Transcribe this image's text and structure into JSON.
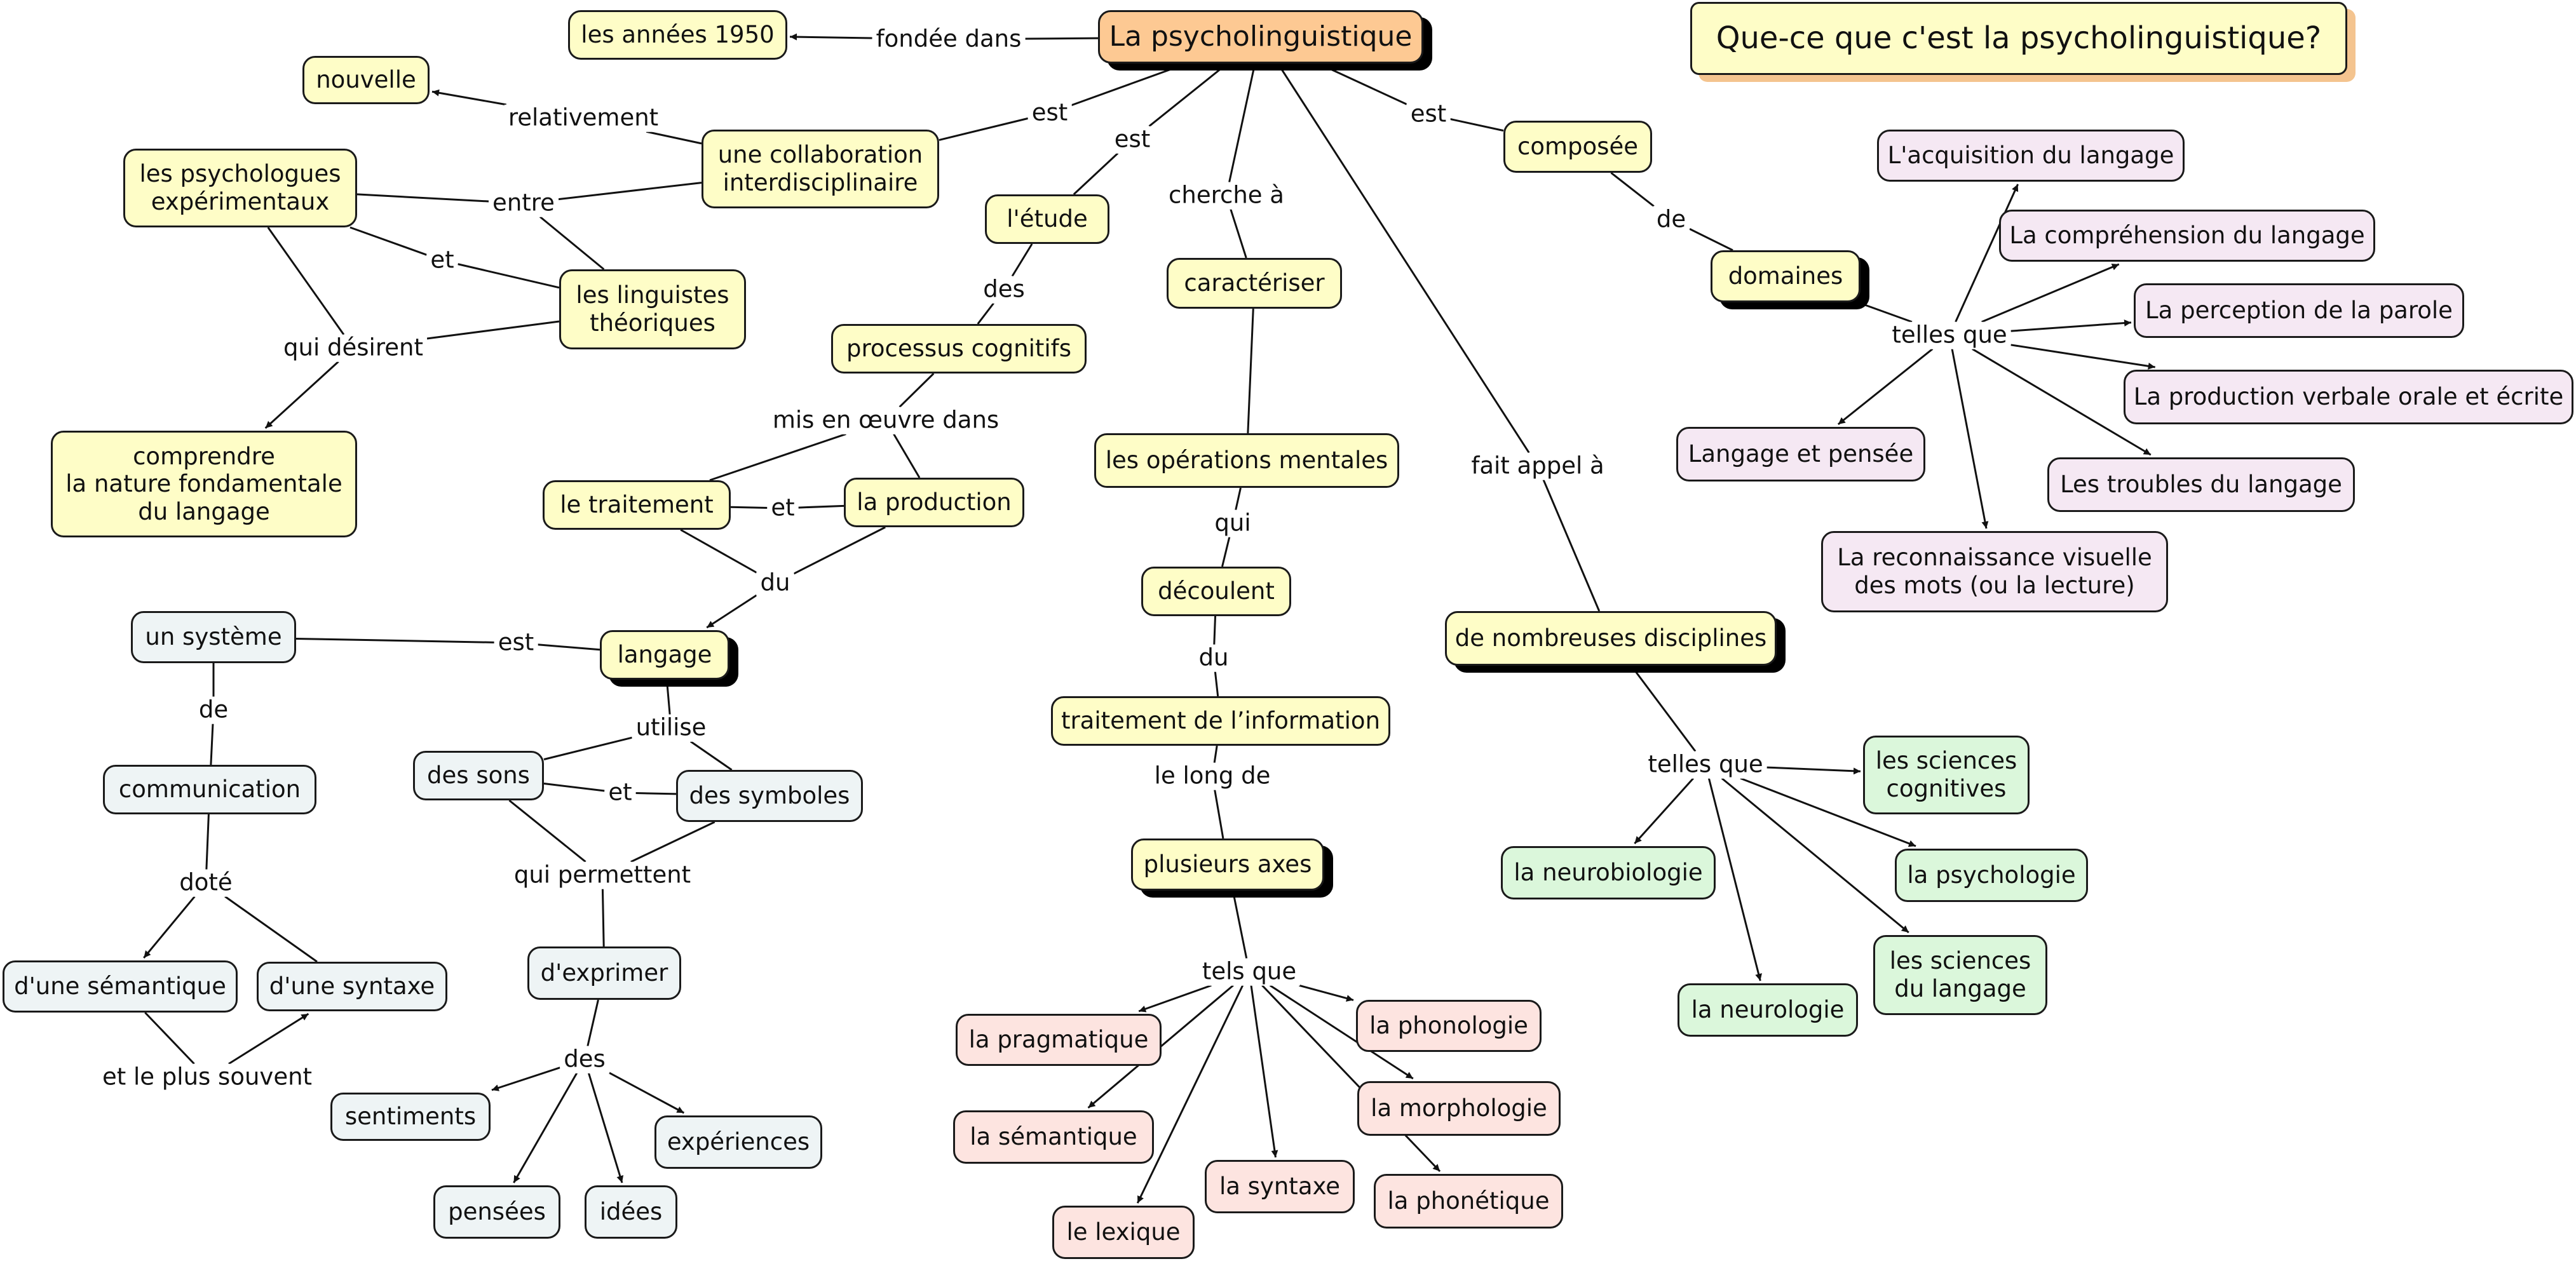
{
  "title": "Que-ce que c'est la psycholinguistique?",
  "colors": {
    "root": "#fdc993",
    "yellow": "#fefdc7",
    "blue_grey": "#eef4f5",
    "pink": "#fde4e0",
    "lavender": "#f5e8f3",
    "green": "#dbf7db",
    "title_bg": "#fefdc7",
    "title_shadow": "#f4c48f",
    "line": "#111111"
  },
  "nodes": [
    {
      "id": "root",
      "label": "La psycholinguistique",
      "color": "root"
    },
    {
      "id": "q",
      "label": "Que-ce que c'est la psycholinguistique?",
      "color": "title_bg"
    },
    {
      "id": "annees",
      "label": "les années 1950",
      "color": "yellow"
    },
    {
      "id": "nouvelle",
      "label": "nouvelle",
      "color": "yellow"
    },
    {
      "id": "collab",
      "label": "une collaboration\ninterdisciplinaire",
      "color": "yellow"
    },
    {
      "id": "psychologues",
      "label": "les psychologues\nexpérimentaux",
      "color": "yellow"
    },
    {
      "id": "linguistes",
      "label": "les linguistes\nthéoriques",
      "color": "yellow"
    },
    {
      "id": "comprendre",
      "label": "comprendre\nla nature fondamentale\ndu langage",
      "color": "yellow"
    },
    {
      "id": "etude",
      "label": "l'étude",
      "color": "yellow"
    },
    {
      "id": "processus",
      "label": "processus cognitifs",
      "color": "yellow"
    },
    {
      "id": "traitement",
      "label": "le traitement",
      "color": "yellow"
    },
    {
      "id": "production",
      "label": "la production",
      "color": "yellow"
    },
    {
      "id": "langage",
      "label": "langage",
      "color": "yellow"
    },
    {
      "id": "systeme",
      "label": "un système",
      "color": "blue_grey"
    },
    {
      "id": "communication",
      "label": "communication",
      "color": "blue_grey"
    },
    {
      "id": "semantique",
      "label": "d'une sémantique",
      "color": "blue_grey"
    },
    {
      "id": "syntaxe",
      "label": "d'une syntaxe",
      "color": "blue_grey"
    },
    {
      "id": "sons",
      "label": "des sons",
      "color": "blue_grey"
    },
    {
      "id": "symboles",
      "label": "des symboles",
      "color": "blue_grey"
    },
    {
      "id": "exprimer",
      "label": "d'exprimer",
      "color": "blue_grey"
    },
    {
      "id": "sentiments",
      "label": "sentiments",
      "color": "blue_grey"
    },
    {
      "id": "pensees",
      "label": "pensées",
      "color": "blue_grey"
    },
    {
      "id": "idees",
      "label": "idées",
      "color": "blue_grey"
    },
    {
      "id": "experiences",
      "label": "expériences",
      "color": "blue_grey"
    },
    {
      "id": "caracteriser",
      "label": "caractériser",
      "color": "yellow"
    },
    {
      "id": "operations",
      "label": "les opérations mentales",
      "color": "yellow"
    },
    {
      "id": "decoulent",
      "label": "découlent",
      "color": "yellow"
    },
    {
      "id": "traitinfo",
      "label": "traitement de l’information",
      "color": "yellow"
    },
    {
      "id": "axes",
      "label": "plusieurs axes",
      "color": "yellow"
    },
    {
      "id": "pragmatique",
      "label": "la pragmatique",
      "color": "pink"
    },
    {
      "id": "psemantique",
      "label": "la sémantique",
      "color": "pink"
    },
    {
      "id": "lexique",
      "label": "le lexique",
      "color": "pink"
    },
    {
      "id": "psyntaxe",
      "label": "la syntaxe",
      "color": "pink"
    },
    {
      "id": "phonologie",
      "label": "la phonologie",
      "color": "pink"
    },
    {
      "id": "morphologie",
      "label": "la morphologie",
      "color": "pink"
    },
    {
      "id": "phonetique",
      "label": "la phonétique",
      "color": "pink"
    },
    {
      "id": "composee",
      "label": "composée",
      "color": "yellow"
    },
    {
      "id": "domaines",
      "label": "domaines",
      "color": "yellow"
    },
    {
      "id": "acquisition",
      "label": "L'acquisition du langage",
      "color": "lavender"
    },
    {
      "id": "comprehension",
      "label": "La compréhension du langage",
      "color": "lavender"
    },
    {
      "id": "perception",
      "label": "La perception de la parole",
      "color": "lavender"
    },
    {
      "id": "productionverbale",
      "label": "La production verbale orale et écrite",
      "color": "lavender"
    },
    {
      "id": "troubles",
      "label": "Les troubles du langage",
      "color": "lavender"
    },
    {
      "id": "reconnaissance",
      "label": "La reconnaissance visuelle\ndes mots (ou la lecture)",
      "color": "lavender"
    },
    {
      "id": "pensee",
      "label": "Langage et pensée",
      "color": "lavender"
    },
    {
      "id": "disciplines",
      "label": "de nombreuses disciplines",
      "color": "yellow"
    },
    {
      "id": "neurobiologie",
      "label": "la neurobiologie",
      "color": "green"
    },
    {
      "id": "neurologie",
      "label": "la neurologie",
      "color": "green"
    },
    {
      "id": "cognitives",
      "label": "les sciences\ncognitives",
      "color": "green"
    },
    {
      "id": "psychologie",
      "label": "la psychologie",
      "color": "green"
    },
    {
      "id": "scienceslangage",
      "label": "les sciences\ndu langage",
      "color": "green"
    }
  ],
  "link_phrases": [
    {
      "id": "fondee",
      "label": "fondée dans"
    },
    {
      "id": "est1",
      "label": "est"
    },
    {
      "id": "est2",
      "label": "est"
    },
    {
      "id": "cherche",
      "label": "cherche à"
    },
    {
      "id": "est3",
      "label": "est"
    },
    {
      "id": "faitappel",
      "label": "fait appel à"
    },
    {
      "id": "relativement",
      "label": "relativement"
    },
    {
      "id": "entre",
      "label": "entre"
    },
    {
      "id": "et1",
      "label": "et"
    },
    {
      "id": "quidesirent",
      "label": "qui désirent"
    },
    {
      "id": "des1",
      "label": "des"
    },
    {
      "id": "misenoeuvre",
      "label": "mis en œuvre dans"
    },
    {
      "id": "et2",
      "label": "et"
    },
    {
      "id": "du1",
      "label": "du"
    },
    {
      "id": "est4",
      "label": "est"
    },
    {
      "id": "de1",
      "label": "de"
    },
    {
      "id": "dote",
      "label": "doté"
    },
    {
      "id": "etplus",
      "label": "et le plus souvent"
    },
    {
      "id": "utilise",
      "label": "utilise"
    },
    {
      "id": "et3",
      "label": "et"
    },
    {
      "id": "quipermettent",
      "label": "qui permettent"
    },
    {
      "id": "des2",
      "label": "des"
    },
    {
      "id": "qui",
      "label": "qui"
    },
    {
      "id": "du2",
      "label": "du"
    },
    {
      "id": "lelong",
      "label": "le long de"
    },
    {
      "id": "telsque",
      "label": "tels que"
    },
    {
      "id": "de2",
      "label": "de"
    },
    {
      "id": "tellesque1",
      "label": "telles que"
    },
    {
      "id": "tellesque2",
      "label": "telles que"
    }
  ],
  "connections": [
    {
      "from": "root",
      "to": "fondee",
      "arrow": false
    },
    {
      "from": "fondee",
      "to": "annees",
      "arrow": true
    },
    {
      "from": "root",
      "to": "est1",
      "arrow": false
    },
    {
      "from": "est1",
      "to": "collab",
      "arrow": false
    },
    {
      "from": "root",
      "to": "est2",
      "arrow": false
    },
    {
      "from": "est2",
      "to": "etude",
      "arrow": false
    },
    {
      "from": "root",
      "to": "cherche",
      "arrow": false
    },
    {
      "from": "cherche",
      "to": "caracteriser",
      "arrow": false
    },
    {
      "from": "root",
      "to": "est3",
      "arrow": false
    },
    {
      "from": "est3",
      "to": "composee",
      "arrow": false
    },
    {
      "from": "root",
      "to": "faitappel",
      "arrow": false
    },
    {
      "from": "faitappel",
      "to": "disciplines",
      "arrow": false
    },
    {
      "from": "collab",
      "to": "relativement",
      "arrow": false
    },
    {
      "from": "relativement",
      "to": "nouvelle",
      "arrow": true
    },
    {
      "from": "collab",
      "to": "entre",
      "arrow": false
    },
    {
      "from": "entre",
      "to": "psychologues",
      "arrow": false
    },
    {
      "from": "entre",
      "to": "linguistes",
      "arrow": false
    },
    {
      "from": "psychologues",
      "to": "et1",
      "arrow": false
    },
    {
      "from": "et1",
      "to": "linguistes",
      "arrow": false
    },
    {
      "from": "psychologues",
      "to": "quidesirent",
      "arrow": false
    },
    {
      "from": "linguistes",
      "to": "quidesirent",
      "arrow": false
    },
    {
      "from": "quidesirent",
      "to": "comprendre",
      "arrow": true
    },
    {
      "from": "etude",
      "to": "des1",
      "arrow": false
    },
    {
      "from": "des1",
      "to": "processus",
      "arrow": false
    },
    {
      "from": "processus",
      "to": "misenoeuvre",
      "arrow": false
    },
    {
      "from": "misenoeuvre",
      "to": "traitement",
      "arrow": false
    },
    {
      "from": "misenoeuvre",
      "to": "production",
      "arrow": false
    },
    {
      "from": "traitement",
      "to": "et2",
      "arrow": false
    },
    {
      "from": "et2",
      "to": "production",
      "arrow": false
    },
    {
      "from": "traitement",
      "to": "du1",
      "arrow": false
    },
    {
      "from": "production",
      "to": "du1",
      "arrow": false
    },
    {
      "from": "du1",
      "to": "langage",
      "arrow": true
    },
    {
      "from": "langage",
      "to": "est4",
      "arrow": false
    },
    {
      "from": "est4",
      "to": "systeme",
      "arrow": false
    },
    {
      "from": "systeme",
      "to": "de1",
      "arrow": false
    },
    {
      "from": "de1",
      "to": "communication",
      "arrow": false
    },
    {
      "from": "communication",
      "to": "dote",
      "arrow": false
    },
    {
      "from": "dote",
      "to": "semantique",
      "arrow": true
    },
    {
      "from": "dote",
      "to": "syntaxe",
      "arrow": false
    },
    {
      "from": "semantique",
      "to": "etplus",
      "arrow": false
    },
    {
      "from": "etplus",
      "to": "syntaxe",
      "arrow": true
    },
    {
      "from": "langage",
      "to": "utilise",
      "arrow": false
    },
    {
      "from": "utilise",
      "to": "sons",
      "arrow": false
    },
    {
      "from": "utilise",
      "to": "symboles",
      "arrow": false
    },
    {
      "from": "sons",
      "to": "et3",
      "arrow": false
    },
    {
      "from": "et3",
      "to": "symboles",
      "arrow": false
    },
    {
      "from": "sons",
      "to": "quipermettent",
      "arrow": false
    },
    {
      "from": "symboles",
      "to": "quipermettent",
      "arrow": false
    },
    {
      "from": "quipermettent",
      "to": "exprimer",
      "arrow": false
    },
    {
      "from": "exprimer",
      "to": "des2",
      "arrow": false
    },
    {
      "from": "des2",
      "to": "sentiments",
      "arrow": true
    },
    {
      "from": "des2",
      "to": "pensees",
      "arrow": true
    },
    {
      "from": "des2",
      "to": "idees",
      "arrow": true
    },
    {
      "from": "des2",
      "to": "experiences",
      "arrow": true
    },
    {
      "from": "caracteriser",
      "to": "operations",
      "arrow": false
    },
    {
      "from": "operations",
      "to": "qui",
      "arrow": false
    },
    {
      "from": "qui",
      "to": "decoulent",
      "arrow": false
    },
    {
      "from": "decoulent",
      "to": "du2",
      "arrow": false
    },
    {
      "from": "du2",
      "to": "traitinfo",
      "arrow": false
    },
    {
      "from": "traitinfo",
      "to": "lelong",
      "arrow": false
    },
    {
      "from": "lelong",
      "to": "axes",
      "arrow": false
    },
    {
      "from": "axes",
      "to": "telsque",
      "arrow": false
    },
    {
      "from": "telsque",
      "to": "pragmatique",
      "arrow": true
    },
    {
      "from": "telsque",
      "to": "psemantique",
      "arrow": true
    },
    {
      "from": "telsque",
      "to": "lexique",
      "arrow": true
    },
    {
      "from": "telsque",
      "to": "psyntaxe",
      "arrow": true
    },
    {
      "from": "telsque",
      "to": "phonologie",
      "arrow": true
    },
    {
      "from": "telsque",
      "to": "morphologie",
      "arrow": true
    },
    {
      "from": "telsque",
      "to": "phonetique",
      "arrow": true
    },
    {
      "from": "composee",
      "to": "de2",
      "arrow": false
    },
    {
      "from": "de2",
      "to": "domaines",
      "arrow": false
    },
    {
      "from": "domaines",
      "to": "tellesque1",
      "arrow": false
    },
    {
      "from": "tellesque1",
      "to": "acquisition",
      "arrow": true
    },
    {
      "from": "tellesque1",
      "to": "comprehension",
      "arrow": true
    },
    {
      "from": "tellesque1",
      "to": "perception",
      "arrow": true
    },
    {
      "from": "tellesque1",
      "to": "productionverbale",
      "arrow": true
    },
    {
      "from": "tellesque1",
      "to": "troubles",
      "arrow": true
    },
    {
      "from": "tellesque1",
      "to": "reconnaissance",
      "arrow": true
    },
    {
      "from": "tellesque1",
      "to": "pensee",
      "arrow": true
    },
    {
      "from": "disciplines",
      "to": "tellesque2",
      "arrow": false
    },
    {
      "from": "tellesque2",
      "to": "neurobiologie",
      "arrow": true
    },
    {
      "from": "tellesque2",
      "to": "neurologie",
      "arrow": true
    },
    {
      "from": "tellesque2",
      "to": "cognitives",
      "arrow": true
    },
    {
      "from": "tellesque2",
      "to": "psychologie",
      "arrow": true
    },
    {
      "from": "tellesque2",
      "to": "scienceslangage",
      "arrow": true
    }
  ]
}
